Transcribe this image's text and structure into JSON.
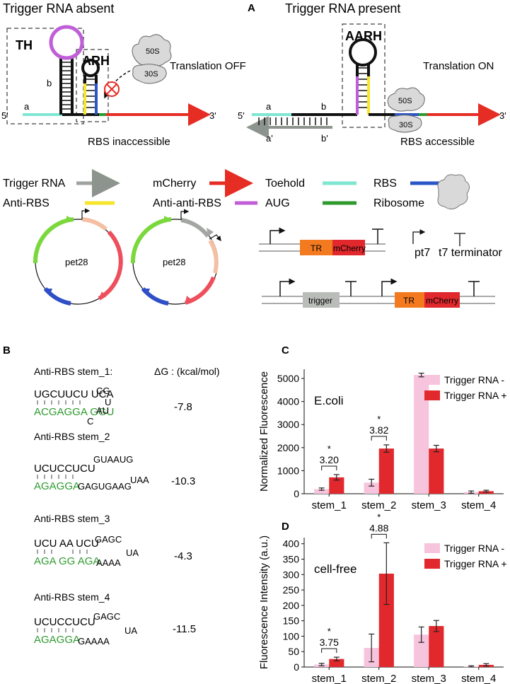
{
  "panel_a": {
    "label": "A",
    "left_title": "Trigger RNA absent",
    "right_title": "Trigger RNA present",
    "left": {
      "th": "TH",
      "arh": "ARH",
      "b": "b",
      "a": "a",
      "five": "5'",
      "three": "3'",
      "ribo_large": "50S",
      "ribo_small": "30S",
      "translation": "Translation OFF",
      "rbs_state": "RBS inaccessible"
    },
    "right": {
      "aarh": "AARH",
      "a": "a",
      "b": "b",
      "a_prime": "a'",
      "b_prime": "b'",
      "five": "5'",
      "three": "3'",
      "ribo_large": "50S",
      "ribo_small": "30S",
      "translation": "Translation ON",
      "rbs_state": "RBS accessible"
    },
    "legend": [
      {
        "label": "Trigger RNA",
        "color": "#9ea39e",
        "arrow": true
      },
      {
        "label": "mCherry",
        "color": "#e52d24",
        "arrow": true
      },
      {
        "label": "Toehold",
        "color": "#7fe6d2"
      },
      {
        "label": "RBS",
        "color": "#2a56c8"
      },
      {
        "label": "Anti-RBS",
        "color": "#f5e62b"
      },
      {
        "label": "Anti-anti-RBS",
        "color": "#c05ed8"
      },
      {
        "label": "AUG",
        "color": "#2e9a2e"
      },
      {
        "label": "Ribosome",
        "icon": "ribosome-icon"
      }
    ],
    "plasmid_1": "pet28",
    "plasmid_2": "pet28",
    "construct_1": [
      "TR",
      "mCherry"
    ],
    "construct_2": [
      "trigger",
      "TR",
      "mCherry"
    ],
    "promoter_label": "pt7",
    "terminator_label": "t7 terminator"
  },
  "panel_b": {
    "label": "B",
    "header_left": "Anti-RBS stem_1:",
    "header_right": "ΔG : (kcal/mol)",
    "stems": [
      {
        "name": "Anti-RBS stem_1",
        "show_name": false,
        "dg": "-7.8",
        "top": "UGCUUCU UCA",
        "bottom": "ACGAGGA GGU",
        "loop_top": "CG",
        "loop_right": "U",
        "loop_bottom": "AU",
        "bulge": "C"
      },
      {
        "name": "Anti-RBS stem_2",
        "show_name": true,
        "dg": "-10.3",
        "top": "UCUCCUCU",
        "bottom": "AGAGGA",
        "loop_top": "GUAAUG",
        "loop_right": "UAA",
        "loop_bottom": "GAGUGAAG"
      },
      {
        "name": "Anti-RBS stem_3",
        "show_name": true,
        "dg": "-4.3",
        "top": "UCU AA UCU",
        "bottom": "AGA GG AGA",
        "loop_top": "GAGC",
        "loop_right": "UA",
        "loop_bottom": "AAAA"
      },
      {
        "name": "Anti-RBS stem_4",
        "show_name": true,
        "dg": "-11.5",
        "top": "UCUCCUCU",
        "bottom": "AGAGGA",
        "loop_top": "GAGC",
        "loop_right": "UA",
        "loop_bottom": "GAAAA"
      }
    ]
  },
  "chart_data": [
    {
      "panel": "C",
      "type": "bar",
      "annotation": "E.coli",
      "categories": [
        "stem_1",
        "stem_2",
        "stem_3",
        "stem_4"
      ],
      "ylabel": "Normalized Fluorescence",
      "ylim": [
        0,
        5400
      ],
      "yticks": [
        0,
        1000,
        2000,
        3000,
        4000,
        5000
      ],
      "legend_position": "top-right",
      "series": [
        {
          "name": "Trigger RNA -",
          "color": "#f7c4dd",
          "values": [
            200,
            480,
            5150,
            70
          ],
          "errors": [
            50,
            150,
            80,
            50
          ]
        },
        {
          "name": "Trigger RNA +",
          "color": "#e0282d",
          "values": [
            710,
            1960,
            1960,
            110
          ],
          "errors": [
            120,
            160,
            140,
            40
          ]
        }
      ],
      "significance": [
        {
          "category": "stem_1",
          "mark": "*",
          "ratio": "3.20"
        },
        {
          "category": "stem_2",
          "mark": "*",
          "ratio": "3.82"
        }
      ]
    },
    {
      "panel": "D",
      "type": "bar",
      "annotation": "cell-free",
      "categories": [
        "stem_1",
        "stem_2",
        "stem_3",
        "stem_4"
      ],
      "ylabel": "Fluorescence Intensity (a.u.)",
      "ylim": [
        0,
        420
      ],
      "yticks": [
        0,
        50,
        100,
        150,
        200,
        250,
        300,
        350,
        400
      ],
      "legend_position": "top-right",
      "series": [
        {
          "name": "Trigger RNA -",
          "color": "#f7c4dd",
          "values": [
            8,
            62,
            105,
            2
          ],
          "errors": [
            4,
            45,
            25,
            2
          ]
        },
        {
          "name": "Trigger RNA +",
          "color": "#e0282d",
          "values": [
            26,
            303,
            133,
            7
          ],
          "errors": [
            6,
            100,
            18,
            4
          ]
        }
      ],
      "significance": [
        {
          "category": "stem_1",
          "mark": "*",
          "ratio": "3.75"
        },
        {
          "category": "stem_2",
          "mark": "*",
          "ratio": "4.88"
        }
      ]
    }
  ]
}
